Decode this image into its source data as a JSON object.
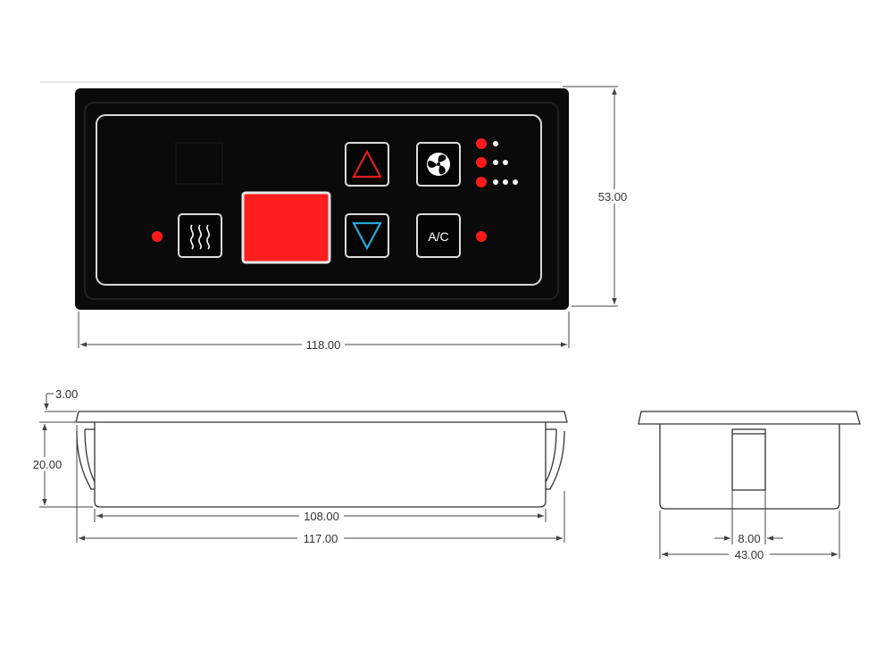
{
  "front_view": {
    "width_label": "118.00",
    "height_label": "53.00",
    "display_color": "#ff1e1e",
    "led_color": "#ff1a1a",
    "up_arrow_color": "#e01e1e",
    "down_arrow_color": "#2aa6d8",
    "buttons": {
      "heat_icon": "heat-waves-icon",
      "up_icon": "triangle-up-icon",
      "down_icon": "triangle-down-icon",
      "fan_icon": "fan-icon",
      "ac_label": "A/C"
    },
    "fan_speed_levels": [
      1,
      2,
      3
    ]
  },
  "side_view": {
    "flange_label": "3.00",
    "depth_label": "20.00",
    "inner_width_label": "108.00",
    "outer_width_label": "117.00"
  },
  "end_view": {
    "tab_label": "8.00",
    "width_label": "43.00"
  }
}
